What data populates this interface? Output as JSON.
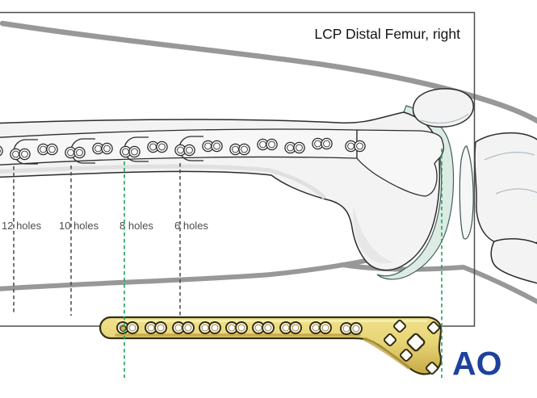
{
  "figure": {
    "title": "LCP Distal Femur, right",
    "plate_length_labels": [
      "12 holes",
      "10 holes",
      "8 holes",
      "6 holes"
    ],
    "logo_text": "AO",
    "colors": {
      "plate_gold": "#e7d476",
      "alignment_green": "#1ea25e",
      "logo_blue": "#1c429c",
      "soft_tissue_gray": "#989898",
      "bone_fill": "#f3f3f3",
      "cartilage_mint": "#dcebe4"
    }
  }
}
